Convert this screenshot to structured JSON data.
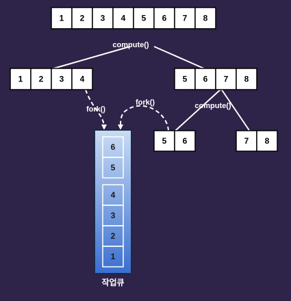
{
  "top_array": [
    "1",
    "2",
    "3",
    "4",
    "5",
    "6",
    "7",
    "8"
  ],
  "left_array": [
    "1",
    "2",
    "3",
    "4"
  ],
  "right_array": [
    "5",
    "6",
    "7",
    "8"
  ],
  "sub_left_array": [
    "5",
    "6"
  ],
  "sub_right_array": [
    "7",
    "8"
  ],
  "labels": {
    "compute_top": "compute()",
    "compute_right": "compute()",
    "fork_left": "fork()",
    "fork_right": "fork()",
    "queue": "작업큐"
  },
  "queue_upper": [
    "6",
    "5"
  ],
  "queue_lower": [
    "4",
    "3",
    "2",
    "1"
  ],
  "colors": {
    "background": "#2e2348",
    "box_fill": "#ffffff",
    "box_stroke": "#000000",
    "line": "#ffffff",
    "queue_top": "#c9dcf3",
    "queue_bottom": "#3a6fd0"
  }
}
